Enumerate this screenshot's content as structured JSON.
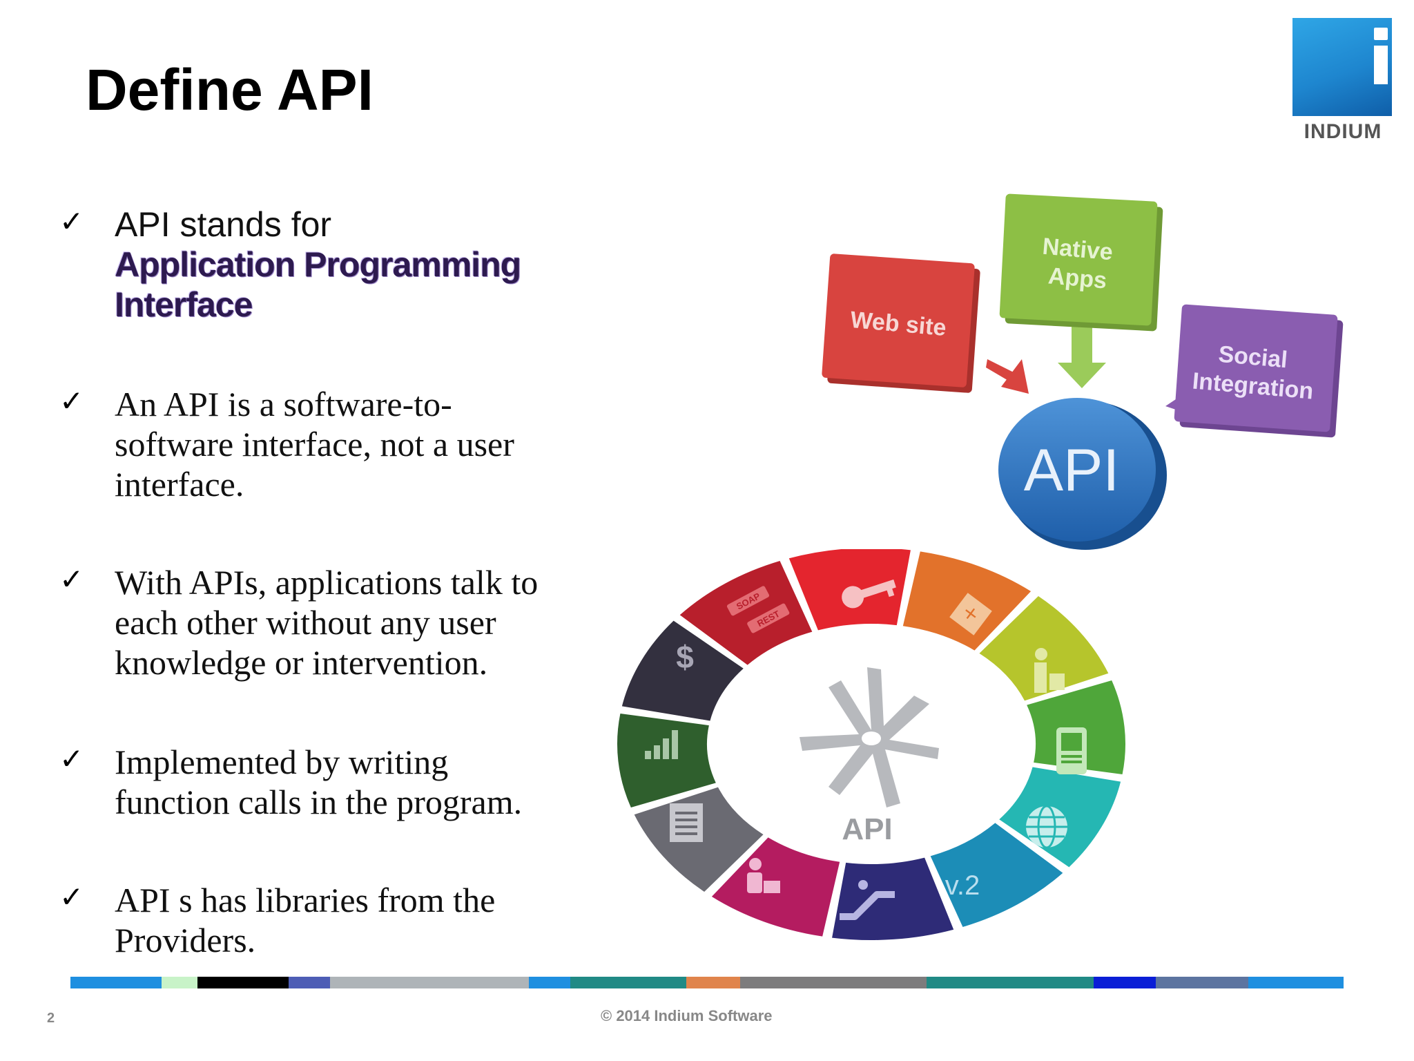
{
  "slide": {
    "title": "Define API",
    "logo_text": "INDIUM",
    "page_number": "2",
    "footer": "© 2014 Indium Software"
  },
  "bullets": [
    {
      "check": "✓",
      "text": "API stands for",
      "highlight_line1": "Application Programming",
      "highlight_line2": "Interface"
    },
    {
      "check": "✓",
      "lines": [
        "An API is a software-to-",
        "software interface, not a user",
        "interface."
      ]
    },
    {
      "check": "✓",
      "lines": [
        "With APIs, applications talk to",
        "each other without any user",
        "knowledge or intervention."
      ]
    },
    {
      "check": "✓",
      "lines": [
        "Implemented by writing",
        "function calls in the program."
      ]
    },
    {
      "check": "✓",
      "lines": [
        "API s has libraries from the",
        "Providers."
      ]
    }
  ],
  "diagram_top": {
    "center_label": "API",
    "boxes": [
      {
        "label_line1": "Web site",
        "label_line2": "",
        "color": "#d8443f"
      },
      {
        "label_line1": "Native",
        "label_line2": "Apps",
        "color": "#8dbf45"
      },
      {
        "label_line1": "Social",
        "label_line2": "Integration",
        "color": "#8a5db0"
      }
    ],
    "center_color": "#2f78c4"
  },
  "diagram_wheel": {
    "center_label": "API",
    "badge_label": "v.2",
    "soap_label": "SOAP",
    "rest_label": "REST",
    "segment_icons": [
      "dollar-icon",
      "soap-rest-icon",
      "key-icon",
      "transform-icon",
      "user-upload-icon",
      "mobile-icon",
      "globe-icon",
      "version-icon",
      "escalator-icon",
      "developer-icon",
      "document-icon",
      "bar-chart-icon"
    ],
    "segment_colors": [
      "#33303f",
      "#b81f2c",
      "#e4252e",
      "#e2722b",
      "#b6c52c",
      "#4fa63a",
      "#25b7b3",
      "#1c8db7",
      "#2e2b77",
      "#b41c60",
      "#6a6a72",
      "#2f5f2d"
    ]
  },
  "stripe_colors": [
    "#1e8fe0",
    "#c8f3c8",
    "#000000",
    "#4d5db5",
    "#aeb4b8",
    "#1e8fe0",
    "#208a85",
    "#e0844c",
    "#7d7c7d",
    "#208a85",
    "#0a1ed6",
    "#5c74a0",
    "#1e8fe0"
  ]
}
